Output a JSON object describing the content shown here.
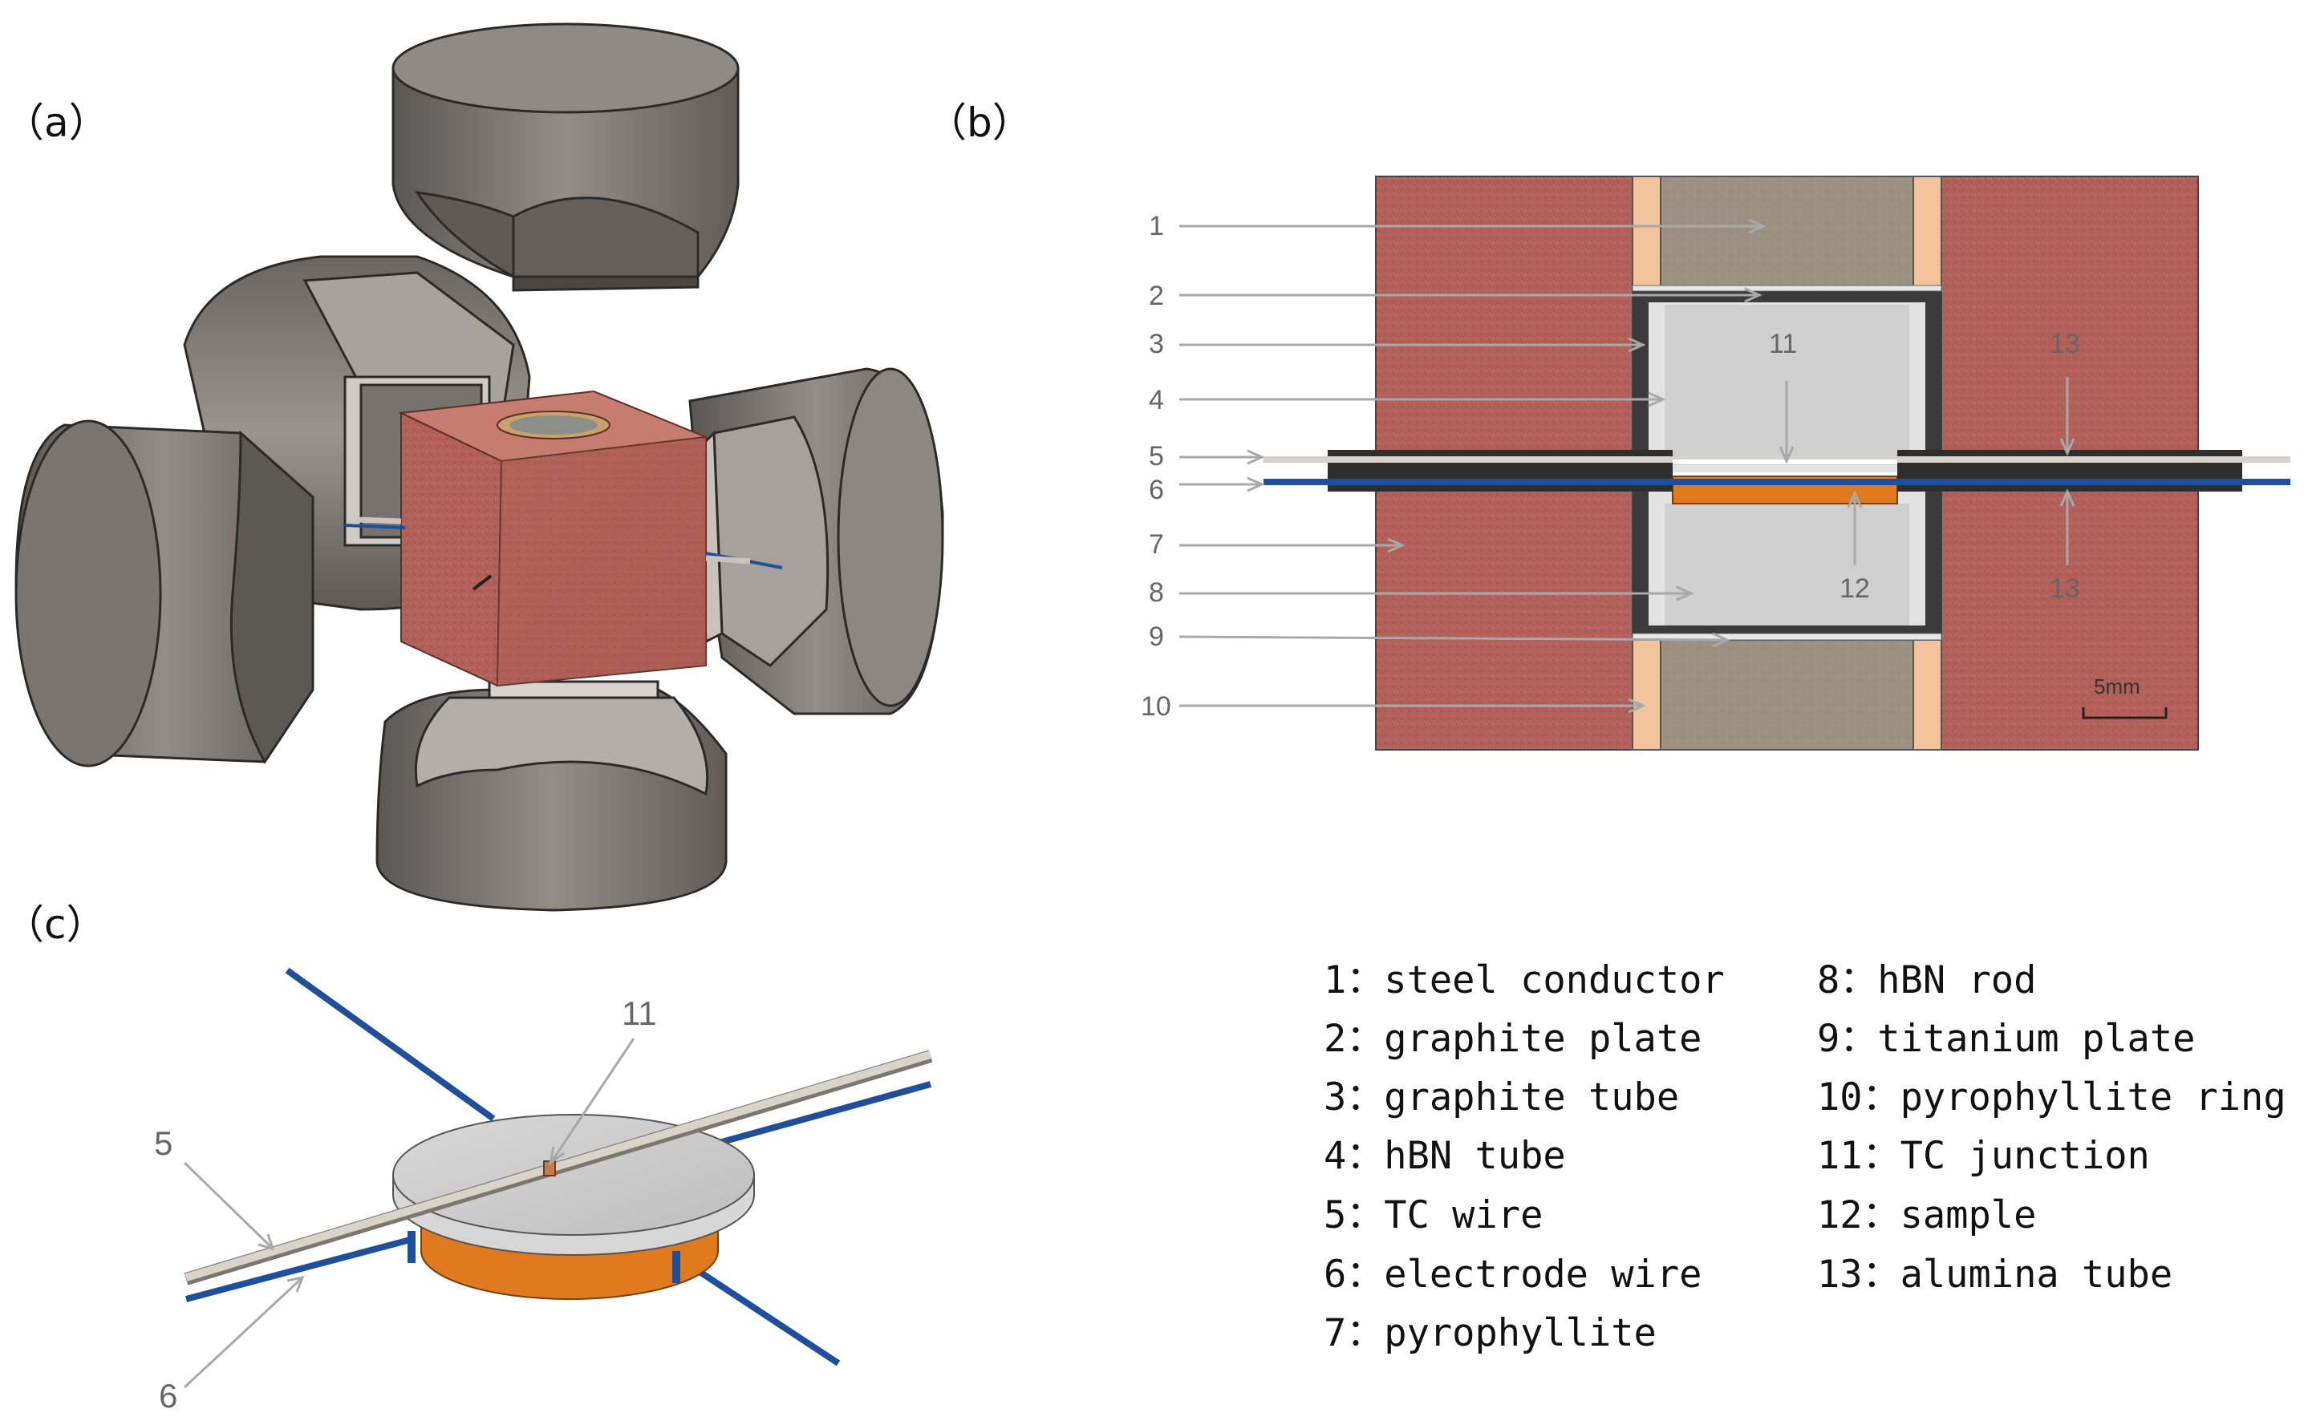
{
  "panels": {
    "a": "（a）",
    "b": "（b）",
    "c": "（c）"
  },
  "panel_b": {
    "callouts_left": [
      "1",
      "2",
      "3",
      "4",
      "5",
      "6",
      "7",
      "8",
      "9",
      "10"
    ],
    "label_11": "11",
    "label_12": "12",
    "label_13_top": "13",
    "label_13_bottom": "13",
    "scale_bar": "5mm"
  },
  "panel_c": {
    "label_5": "5",
    "label_6": "6",
    "label_11": "11"
  },
  "legend": {
    "col1": [
      "1：steel conductor",
      "2：graphite plate",
      "3：graphite tube",
      "4：hBN tube",
      "5：TC wire",
      "6：electrode wire",
      "7：pyrophyllite"
    ],
    "col2": [
      "8：hBN rod",
      "9：titanium plate",
      "10：pyrophyllite ring",
      "11：TC junction",
      "12：sample",
      "13：alumina tube"
    ]
  },
  "colors": {
    "pyrophyllite": "#b15f58",
    "steel": "#9c9082",
    "pyrophyllite_ring": "#f2c29c",
    "graphite": "#3b3b3b",
    "hbn": "#d0d0d0",
    "sample": "#e07a1e",
    "electrode_wire": "#1f4f9a",
    "anvil": "#8a8580"
  }
}
